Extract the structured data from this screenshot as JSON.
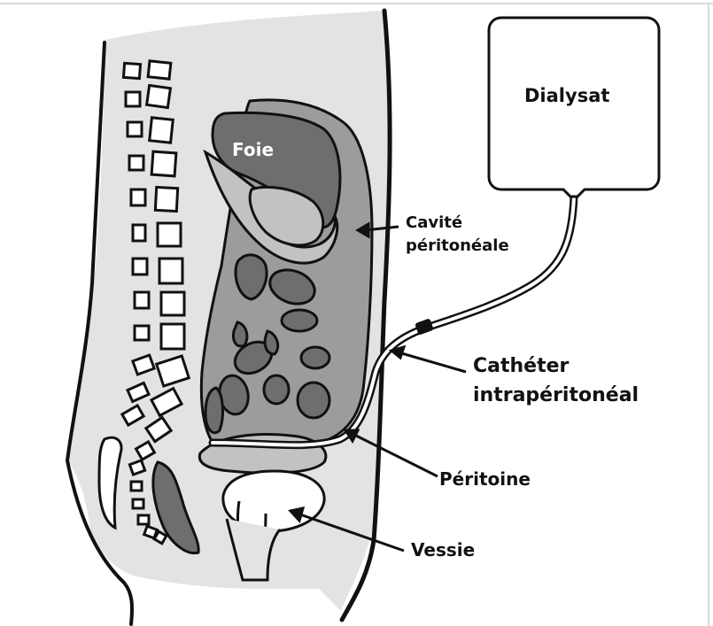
{
  "labels": {
    "bag": "Dialysat",
    "liver": "Foie",
    "cavity_line1": "Cavité",
    "cavity_line2": "péritonéale",
    "catheter_line1": "Cathéter",
    "catheter_line2": "intrapéritonéal",
    "peritoneum": "Péritoine",
    "bladder": "Vessie"
  },
  "colors": {
    "outline": "#111111",
    "body_fill": "#e3e3e3",
    "cavity_fill": "#9c9c9c",
    "organ_dark": "#6e6e6e",
    "organ_light": "#c2c2c2",
    "bag_fill": "#ffffff"
  }
}
